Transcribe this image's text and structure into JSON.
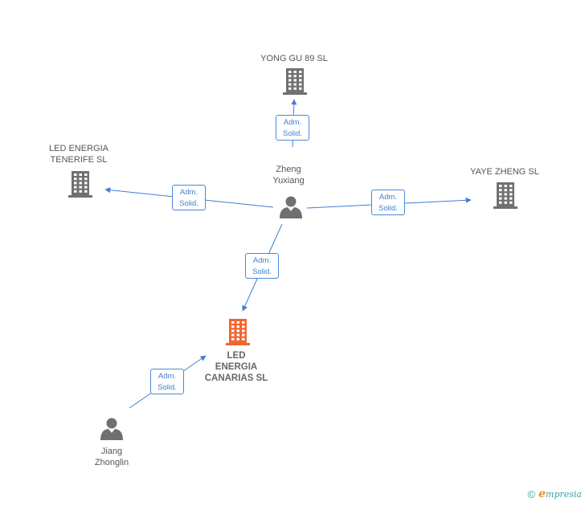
{
  "diagram": {
    "nodes": [
      {
        "id": "yong-gu",
        "type": "company",
        "label": "YONG GU 89 SL",
        "color": "#707070"
      },
      {
        "id": "led-tenerife",
        "type": "company",
        "label": "LED ENERGIA\nTENERIFE  SL",
        "color": "#707070"
      },
      {
        "id": "yaye-zheng",
        "type": "company",
        "label": "YAYE ZHENG SL",
        "color": "#707070"
      },
      {
        "id": "zheng-yuxiang",
        "type": "person",
        "label": "Zheng\nYuxiang",
        "color": "#707070"
      },
      {
        "id": "led-canarias",
        "type": "company",
        "label": "LED\nENERGIA\nCANARIAS SL",
        "color": "#f2652d",
        "main": true
      },
      {
        "id": "jiang-zhonglin",
        "type": "person",
        "label": "Jiang\nZhonglin",
        "color": "#707070"
      }
    ],
    "edges": [
      {
        "id": "e1",
        "from": "zheng-yuxiang",
        "to": "yong-gu",
        "line1": "Adm.",
        "line2": "Solid."
      },
      {
        "id": "e2",
        "from": "zheng-yuxiang",
        "to": "led-tenerife",
        "line1": "Adm.",
        "line2": "Solid."
      },
      {
        "id": "e3",
        "from": "zheng-yuxiang",
        "to": "yaye-zheng",
        "line1": "Adm.",
        "line2": "Solid."
      },
      {
        "id": "e4",
        "from": "zheng-yuxiang",
        "to": "led-canarias",
        "line1": "Adm.",
        "line2": "Solid."
      },
      {
        "id": "e5",
        "from": "jiang-zhonglin",
        "to": "led-canarias",
        "line1": "Adm.",
        "line2": "Solid."
      }
    ],
    "edge_color": "#3d7fd0"
  },
  "brand": {
    "copyright": "©",
    "logo_initial": "e",
    "logo_rest": "mpresia",
    "accent": "#f08a1c",
    "color": "#38a0a8"
  }
}
